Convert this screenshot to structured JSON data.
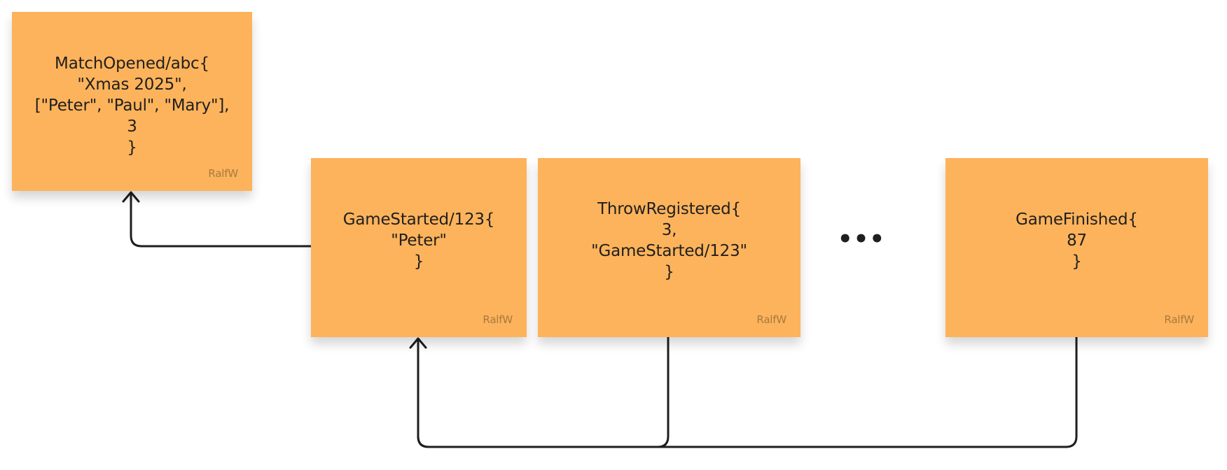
{
  "notes": {
    "match_opened": {
      "lines": [
        "MatchOpened/abc{",
        "\"Xmas 2025\",",
        "[\"Peter\", \"Paul\", \"Mary\"],",
        "3",
        "}"
      ],
      "author": "RalfW"
    },
    "game_started": {
      "lines": [
        "GameStarted/123{",
        "\"Peter\"",
        "}"
      ],
      "author": "RalfW"
    },
    "throw_registered": {
      "lines": [
        "ThrowRegistered{",
        "3,",
        "\"GameStarted/123\"",
        "}"
      ],
      "author": "RalfW"
    },
    "game_finished": {
      "lines": [
        "GameFinished{",
        "87",
        "}"
      ],
      "author": "RalfW"
    }
  },
  "ellipsis": "•••",
  "colors": {
    "sticky_fill": "#FDB35B",
    "connector": "#1e1e1e",
    "author_text": "#a87a3f"
  }
}
